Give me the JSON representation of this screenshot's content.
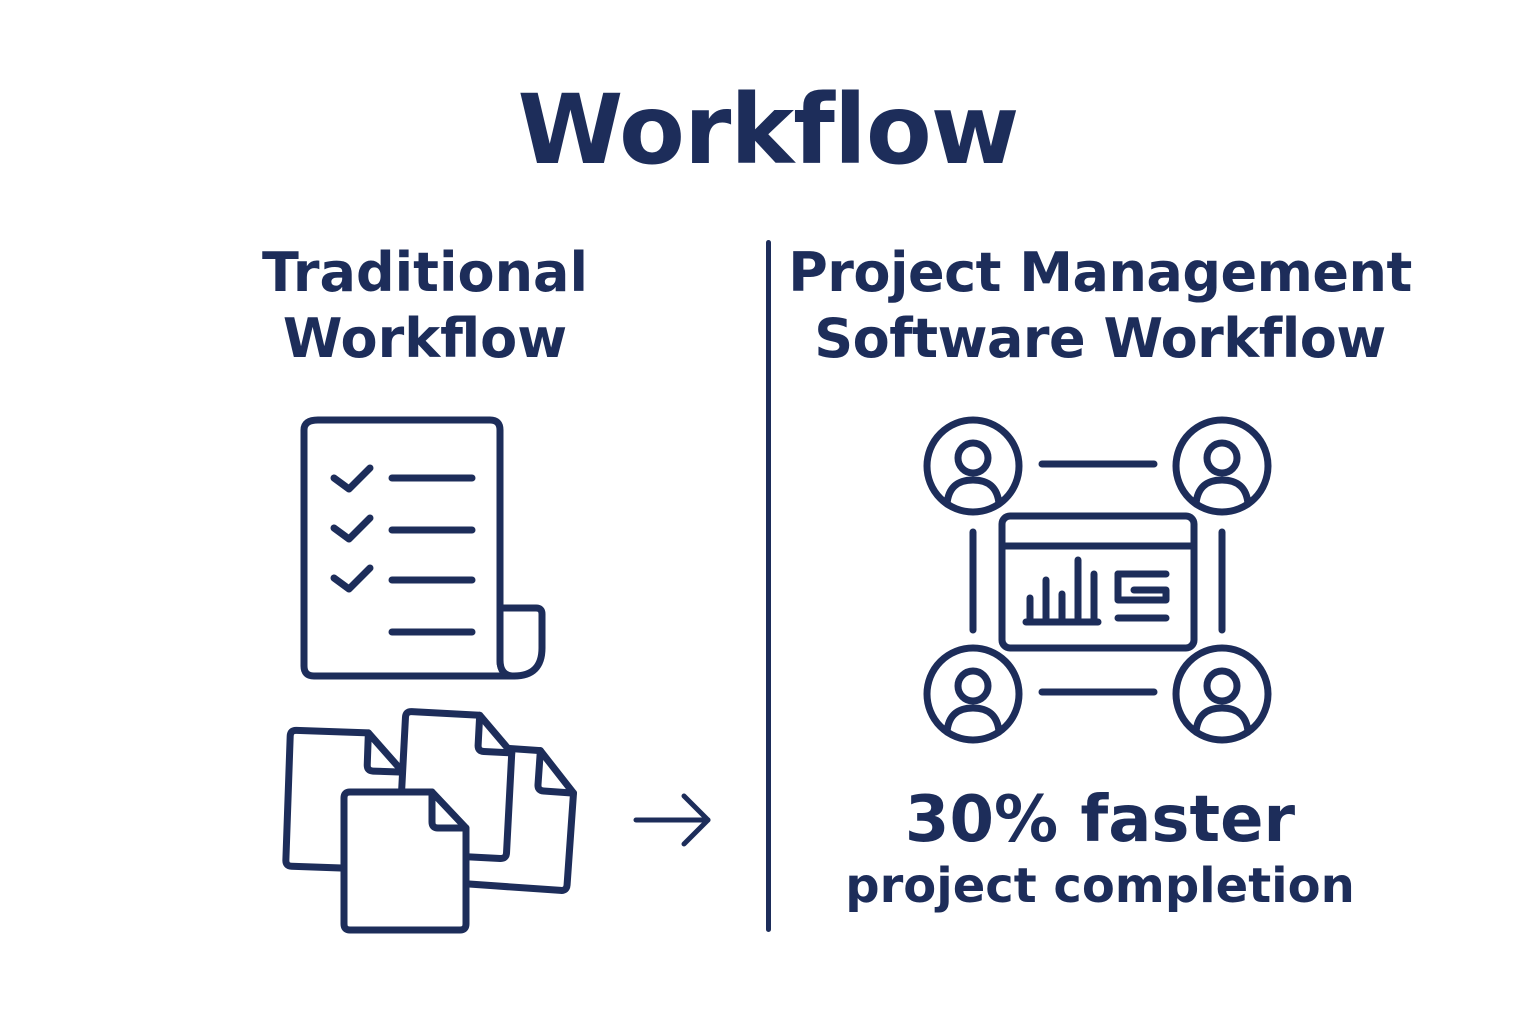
{
  "title": "Workflow",
  "left": {
    "heading_line1": "Traditional",
    "heading_line2": "Workflow",
    "icons": [
      "checklist-document-icon",
      "scattered-papers-icon",
      "arrow-right-icon"
    ]
  },
  "right": {
    "heading_line1": "Project Management",
    "heading_line2": "Software Workflow",
    "icons": [
      "team-dashboard-icon"
    ],
    "stat_value": "30% faster",
    "stat_label": "project completion"
  },
  "colors": {
    "ink": "#1d2d5a",
    "background": "#ffffff"
  }
}
